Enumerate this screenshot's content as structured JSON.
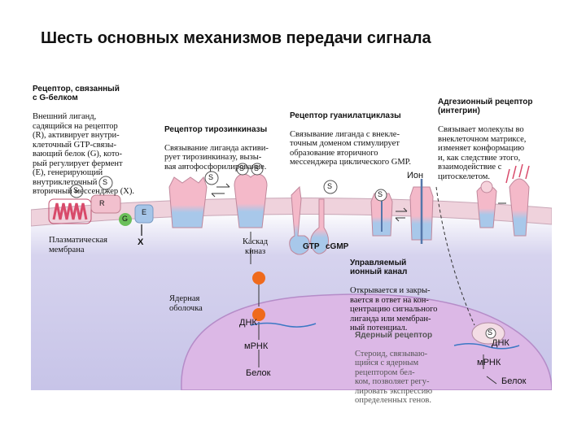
{
  "title": "Шесть основных механизмов передачи сигнала",
  "blocks": {
    "gprotein": {
      "heading": "Рецептор, связанный\nс G-белком",
      "body": "Внешний лиганд,\nсадящийся на рецептор\n(R), активирует внутри-\nклеточный GTP-связы-\nвающий белок (G), кото-\nрый регулирует фермент\n(E), генерирующий\nвнутриклеточный\nвторичный мессенджер (X)."
    },
    "tyrosine": {
      "heading": "Рецептор тирозинкиназы",
      "body": "Связывание лиганда активи-\nрует тирозинкиназу, вызы-\nвая автофосфорилирование."
    },
    "guanylyl": {
      "heading": "Рецептор гуанилатциклазы",
      "body": "Связывание лиганда с внекле-\nточным доменом стимулирует\nобразование вторичного\nмессенджера циклического GMP."
    },
    "adhesion": {
      "heading": "Адгезионный рецептор\n(интегрин)",
      "body": "Связывает молекулы во\nвнеклеточном матриксе,\nизменяет конформацию\nи, как следствие этого,\nвзаимодействие с\nцитоскелетом."
    },
    "channel": {
      "heading": "Управляемый\nионный канал",
      "body": "Открывается и закры-\nвается в ответ на кон-\nцентрацию сигнального\nлиганда или мембран-\nный потенциал."
    },
    "nuclear": {
      "heading": "Ядерный рецептор",
      "body": "Стероид, связываю-\nщийся с ядерным\nрецептором бел-\nком, позволяет регу-\nлировать экспрессию\nопределенных генов."
    }
  },
  "labels": {
    "membrane": "Плазматическая\nмембрана",
    "envelope": "Ядерная\nоболочка",
    "cascade": "Каскад\nкиназ",
    "ion": "Ион",
    "gtp": "GTP",
    "cgmp": "cGMP",
    "s": "S",
    "r": "R",
    "g": "G",
    "e": "E",
    "x": "X",
    "dna": "ДНК",
    "mrna": "мРНК",
    "protein": "Белок"
  },
  "colors": {
    "cell": "#c9c8ea",
    "nucleus": "#d9b6e4",
    "receptor": "#f2b8c8",
    "receptor_blue": "#9cc3e8",
    "orange": "#ef6a1c",
    "membrane": "#e8c6d2"
  }
}
